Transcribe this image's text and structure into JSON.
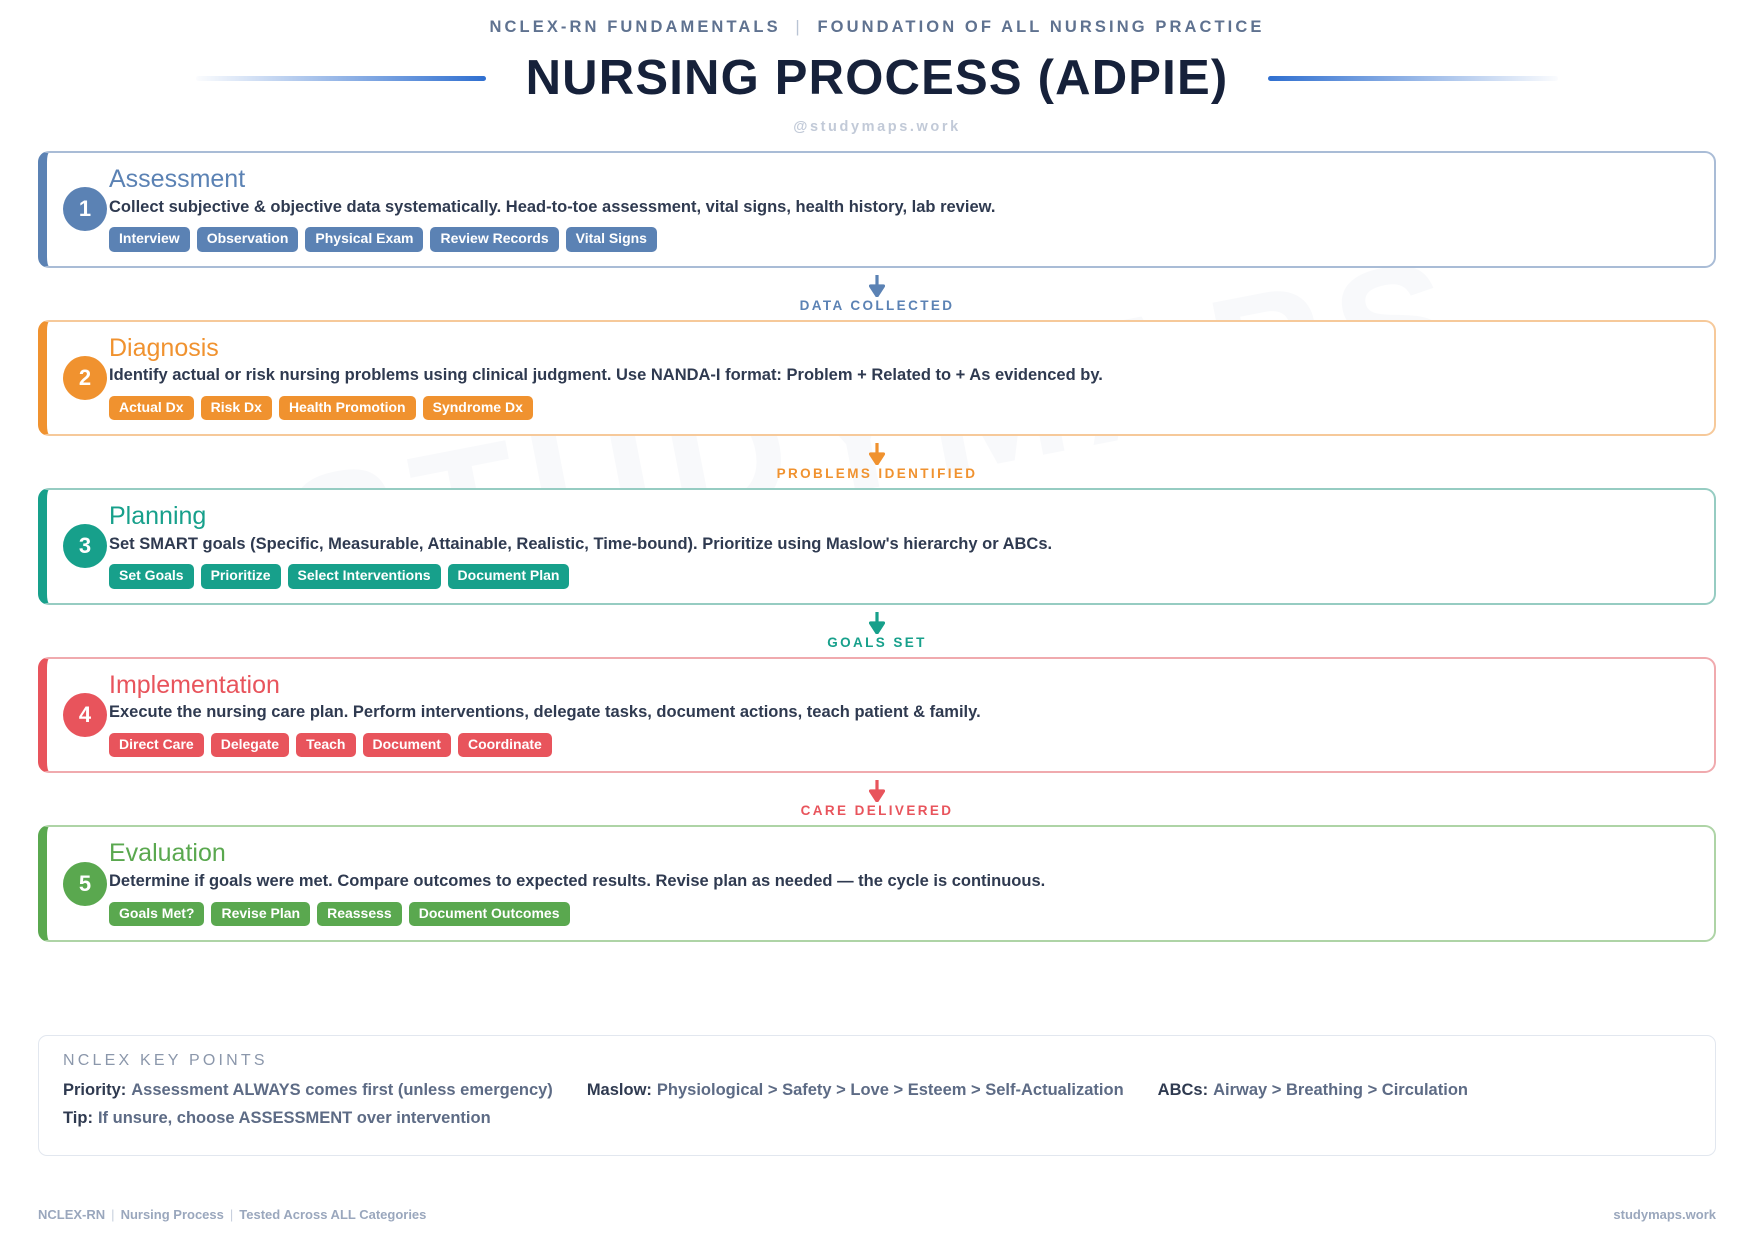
{
  "header": {
    "kicker_left": "NCLEX-RN Fundamentals",
    "kicker_sep": "|",
    "kicker_right": "Foundation of All Nursing Practice",
    "title": "NURSING PROCESS (ADPIE)",
    "handle": "@studymaps.work"
  },
  "watermark": "STUDYMAPS",
  "steps": [
    {
      "number": "1",
      "title": "Assessment",
      "desc": "Collect subjective & objective data systematically. Head-to-toe assessment, vital signs, health history, lab review.",
      "tags": [
        "Interview",
        "Observation",
        "Physical Exam",
        "Review Records",
        "Vital Signs"
      ],
      "accent": "#5b82b4",
      "border": "#a9bcd6",
      "connector_label": "Data Collected"
    },
    {
      "number": "2",
      "title": "Diagnosis",
      "desc": "Identify actual or risk nursing problems using clinical judgment. Use NANDA-I format: Problem + Related to + As evidenced by.",
      "tags": [
        "Actual Dx",
        "Risk Dx",
        "Health Promotion",
        "Syndrome Dx"
      ],
      "accent": "#f0922f",
      "border": "#f6c99a",
      "connector_label": "Problems Identified"
    },
    {
      "number": "3",
      "title": "Planning",
      "desc": "Set SMART goals (Specific, Measurable, Attainable, Realistic, Time-bound). Prioritize using Maslow's hierarchy or ABCs.",
      "tags": [
        "Set Goals",
        "Prioritize",
        "Select Interventions",
        "Document Plan"
      ],
      "accent": "#17a08b",
      "border": "#96ccc2",
      "connector_label": "Goals Set"
    },
    {
      "number": "4",
      "title": "Implementation",
      "desc": "Execute the nursing care plan. Perform interventions, delegate tasks, document actions, teach patient & family.",
      "tags": [
        "Direct Care",
        "Delegate",
        "Teach",
        "Document",
        "Coordinate"
      ],
      "accent": "#e8545c",
      "border": "#f0aaae",
      "connector_label": "Care Delivered"
    },
    {
      "number": "5",
      "title": "Evaluation",
      "desc": "Determine if goals were met. Compare outcomes to expected results. Revise plan as needed — the cycle is continuous.",
      "tags": [
        "Goals Met?",
        "Revise Plan",
        "Reassess",
        "Document Outcomes"
      ],
      "accent": "#5aa84f",
      "border": "#aed4a6",
      "connector_label": ""
    }
  ],
  "keypoints": {
    "title": "NCLEX Key Points",
    "rows": [
      [
        {
          "label": "Priority:",
          "value": "Assessment ALWAYS comes first (unless emergency)"
        },
        {
          "label": "Maslow:",
          "value": "Physiological > Safety > Love > Esteem > Self-Actualization"
        },
        {
          "label": "ABCs:",
          "value": "Airway > Breathing > Circulation"
        }
      ],
      [
        {
          "label": "Tip:",
          "value": "If unsure, choose ASSESSMENT over intervention"
        }
      ]
    ]
  },
  "footer": {
    "left_1": "NCLEX-RN",
    "left_2": "Nursing Process",
    "left_3": "Tested Across ALL Categories",
    "right": "studymaps.work"
  }
}
